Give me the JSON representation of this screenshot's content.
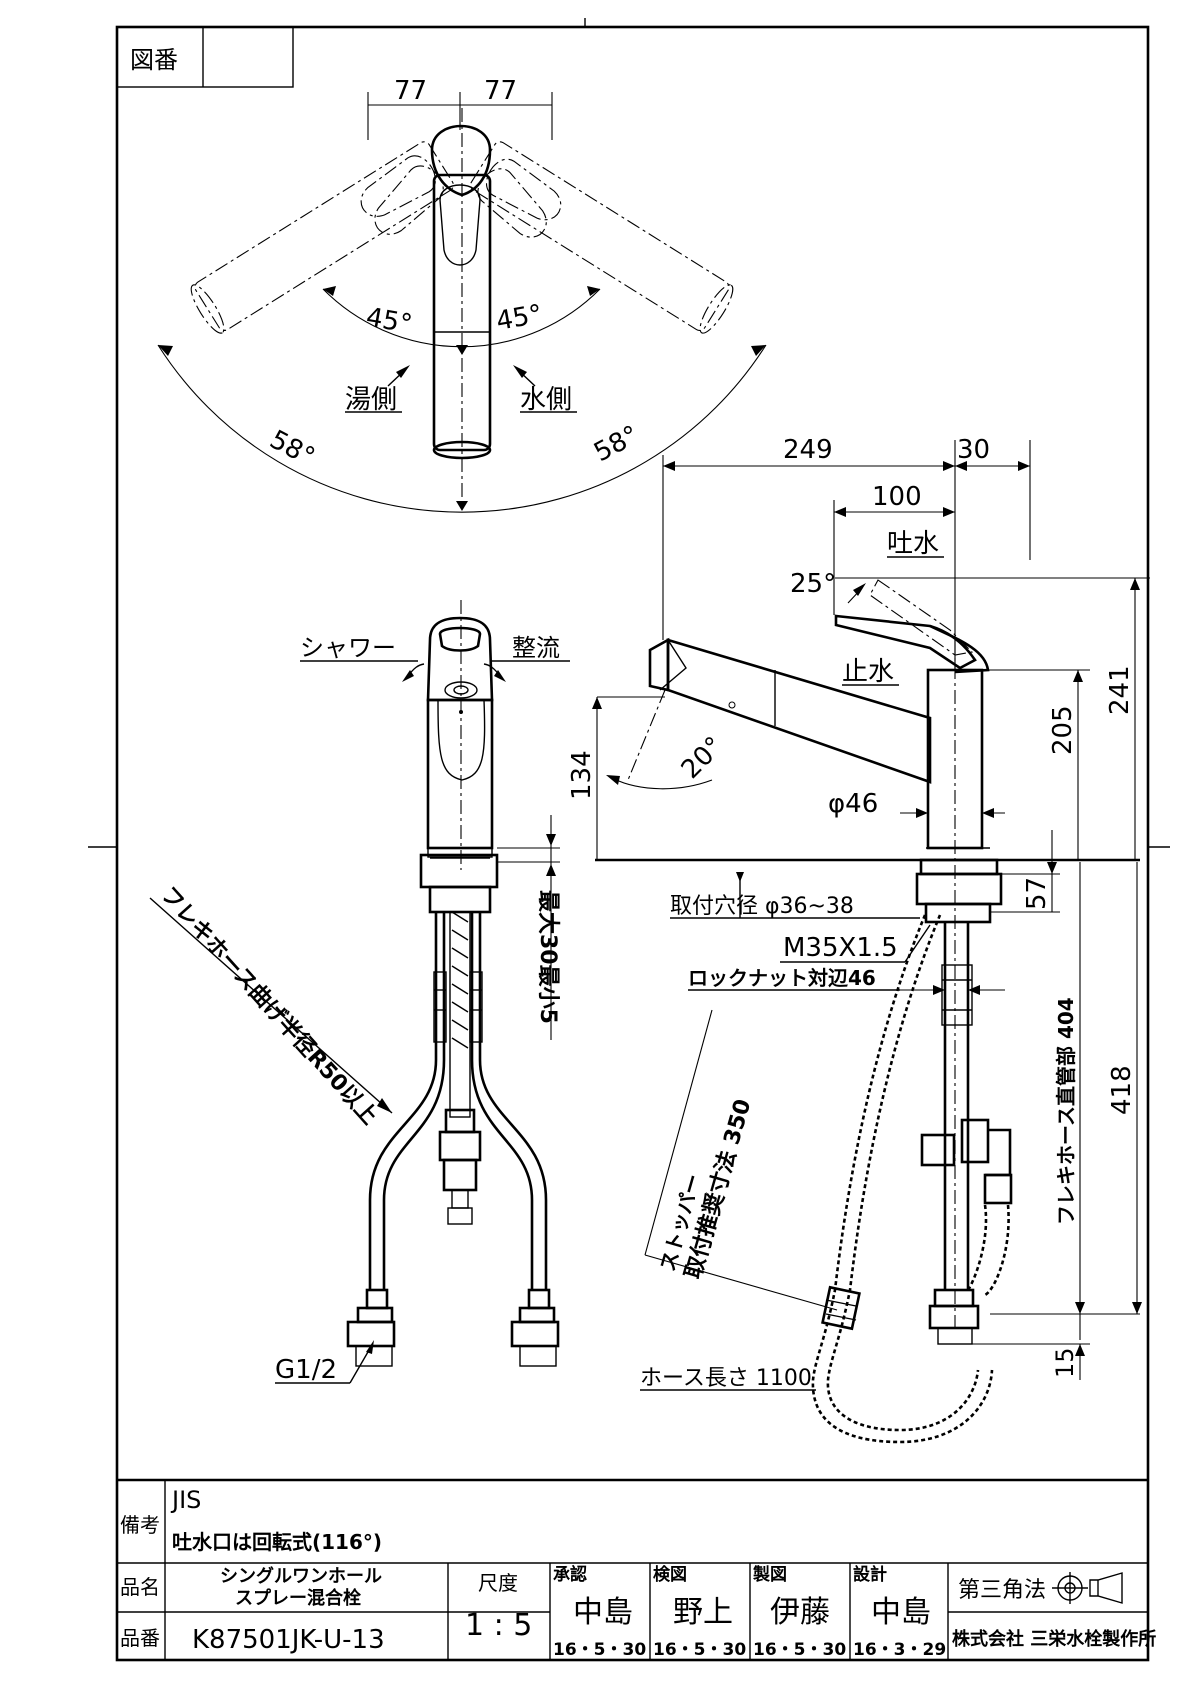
{
  "drawing_no_label": "図番",
  "drawing_no_value": "",
  "top_view": {
    "dim_left": "77",
    "dim_right": "77",
    "angle_left": "45°",
    "angle_right": "45°",
    "label_hot": "湯側",
    "label_cold": "水側",
    "angle_outer_left": "58°",
    "angle_outer_right": "58°"
  },
  "front_view": {
    "label_shower": "シャワー",
    "label_straight": "整流",
    "label_counter_thickness": "最大30最小5",
    "label_flex_bend": "フレキホース曲げ半径R50以上",
    "label_thread": "G1/2"
  },
  "side_view": {
    "dim_249": "249",
    "dim_30": "30",
    "dim_100": "100",
    "label_spout_water": "吐水",
    "angle_lever": "25°",
    "label_stop_water": "止水",
    "dim_205": "205",
    "dim_241": "241",
    "dim_134": "134",
    "angle_head": "20°",
    "dim_phi46": "φ46",
    "dim_57": "57",
    "label_mount_hole": "取付穴径 φ36~38",
    "label_thread_size": "M35X1.5",
    "label_locknut": "ロックナット対辺46",
    "label_stopper_1": "ストッパー",
    "label_stopper_2": "取付推奨寸法 350",
    "label_flex_length": "フレキホース直管部 404",
    "dim_418": "418",
    "dim_15": "15",
    "label_hose_length": "ホース長さ 1100"
  },
  "title_block": {
    "remarks_label": "備考",
    "remarks_line1": "JIS",
    "remarks_line2": "吐水口は回転式(116°)",
    "name_label": "品名",
    "product_name_1": "シングルワンホール",
    "product_name_2": "スプレー混合栓",
    "number_label": "品番",
    "product_number": "K87501JK-U-13",
    "scale_label": "尺度",
    "scale_value": "1 : 5",
    "approval_label": "承認",
    "approval_name": "中島",
    "approval_date": "16・5・30",
    "check_label": "検図",
    "check_name": "野上",
    "check_date": "16・5・30",
    "draft_label": "製図",
    "draft_name": "伊藤",
    "draft_date": "16・5・30",
    "design_label": "設計",
    "design_name": "中島",
    "design_date": "16・3・29",
    "projection_label": "第三角法",
    "company": "株式会社 三栄水栓製作所"
  }
}
